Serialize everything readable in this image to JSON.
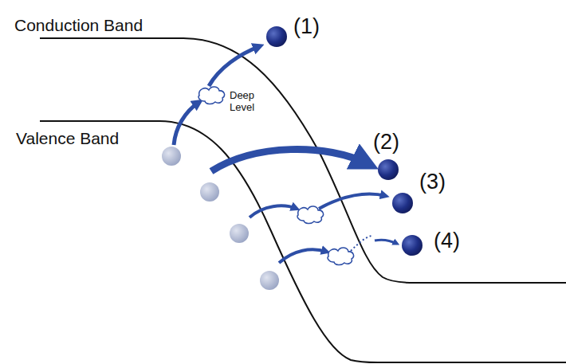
{
  "diagram": {
    "nodes": [
      {
        "text": [
          "Deep Level"
        ]
      }
    ],
    "labels": [
      "Conduction Band",
      "Valence Band",
      "(1)",
      "(2)",
      "(3)",
      "(4)"
    ]
  }
}
